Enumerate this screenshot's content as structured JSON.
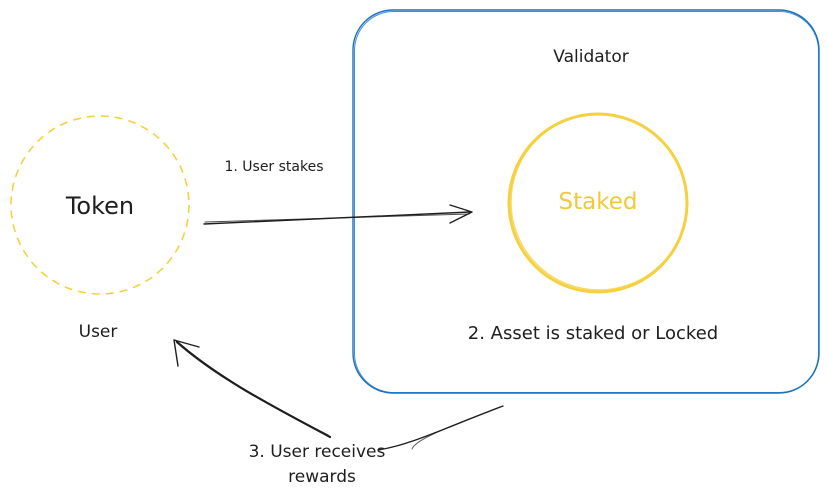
{
  "user": {
    "token_label": "Token",
    "caption": "User"
  },
  "validator": {
    "title": "Validator",
    "staked_label": "Staked",
    "caption": "2. Asset is staked or Locked"
  },
  "steps": {
    "stake": "1. User stakes",
    "rewards_line1": "3. User receives",
    "rewards_line2": "rewards"
  },
  "colors": {
    "token_circle": "#f5d141",
    "staked_circle": "#f5d141",
    "staked_text": "#f0c93a",
    "validator_border": "#1971c2",
    "ink": "#1e1e1e"
  }
}
